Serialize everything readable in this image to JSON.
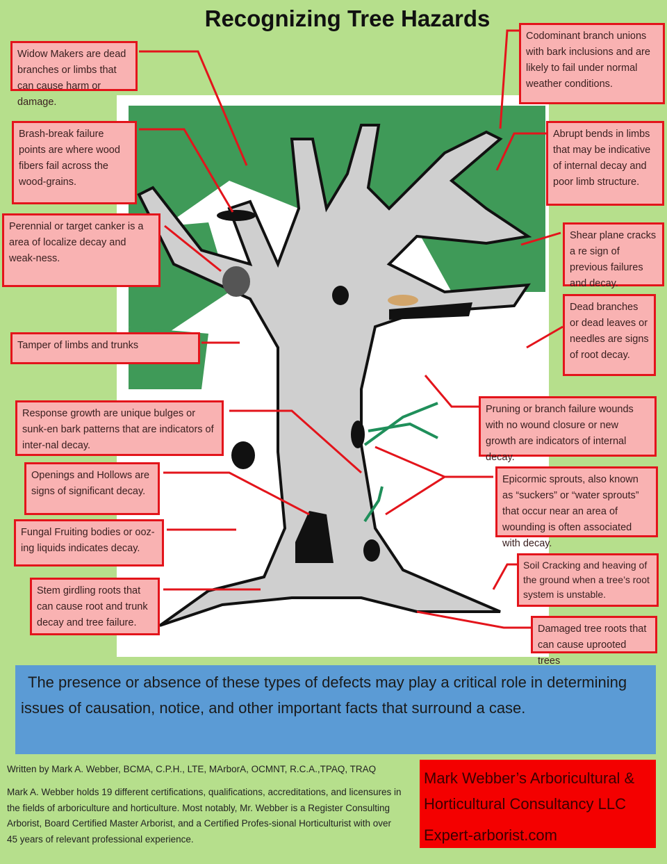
{
  "title": "Recognizing Tree Hazards",
  "callouts_left": [
    "Widow Makers are dead branches or limbs that can cause harm or damage.",
    "Brash-break failure points are where wood fibers fail across the wood-grains.",
    "Perennial or target canker is a area of localize decay and weak-ness.",
    "Tamper of limbs and trunks",
    "Response growth are unique bulges or sunk-en bark patterns that are indicators of inter-nal decay.",
    "Openings and Hollows are signs of significant decay.",
    "Fungal Fruiting bodies or ooz-ing liquids indicates decay.",
    "Stem girdling roots that can cause root and trunk decay and tree failure."
  ],
  "callouts_right": [
    "Codominant branch unions with bark inclusions and are likely to fail under normal weather conditions.",
    "Abrupt bends in limbs that may be indicative of internal decay and poor limb structure.",
    "Shear plane cracks a re sign of previous failures and decay.",
    "Dead branches or dead leaves or needles are signs of root decay.",
    "Pruning or branch failure wounds with no wound closure or new growth are indicators of internal decay.",
    "Epicormic sprouts, also known as “suckers” or “water sprouts”  that occur near an area of wounding  is often associated with decay.",
    "Soil Cracking and  heaving of the ground when a tree’s root system is unstable.",
    "Damaged tree roots that can cause uprooted trees"
  ],
  "summary": [
    "The presence or absence of these types of defects may play a critical role in determining",
    "issues of causation, notice, and other important facts that surround a case."
  ],
  "author_line": "Written by Mark A. Webber, BCMA, C.P.H., LTE, MArborA, OCMNT, R.C.A.,TPAQ, TRAQ",
  "bio": "Mark A. Webber holds 19 different certifications, qualifications, accreditations, and licensures in the fields of arboriculture and horticulture. Most notably, Mr. Webber is a Register Consulting Arborist, Board Certified Master Arborist, and a Certified Profes-sional Horticulturist with over 45 years of relevant professional experience.",
  "brand": {
    "name_line1": "Mark Webber’s Arboricultural &",
    "name_line2": "Horticultural Consultancy LLC",
    "website": "Expert-arborist.com"
  },
  "colors": {
    "background": "#b6df8c",
    "callout_fill": "#f9b2b2",
    "callout_border": "#e3141b",
    "summary_fill": "#5b9bd5",
    "brand_fill": "#f40000",
    "foliage": "#3f9a58",
    "bark": "#c8c8c8"
  }
}
